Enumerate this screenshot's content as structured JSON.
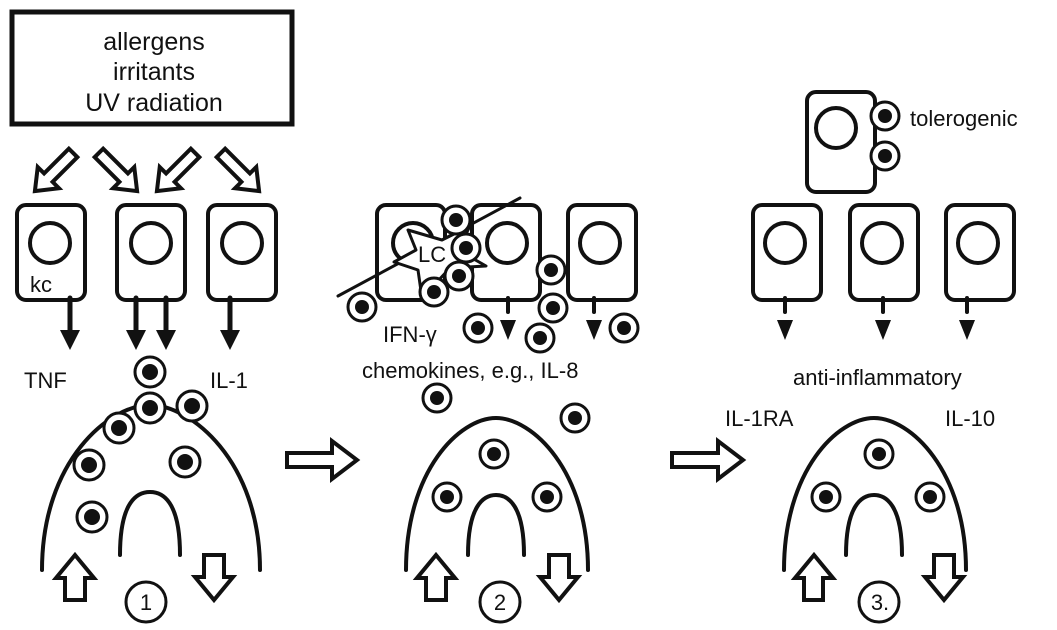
{
  "stimuli_box": {
    "lines": [
      "allergens",
      "irritants",
      "UV radiation"
    ]
  },
  "panel1": {
    "cell_label": "kc",
    "cytokine_left": "TNF",
    "cytokine_right": "IL-1",
    "step_number": "1"
  },
  "panel2": {
    "lc_label": "LC",
    "ifn_label": "IFN-γ",
    "chemokine_label": "chemokines, e.g., IL-8",
    "step_number": "2"
  },
  "panel3": {
    "tolerogenic_label": "tolerogenic",
    "anti_inflammatory_label": "anti-inflammatory",
    "il1ra_label": "IL-1RA",
    "il10_label": "IL-10",
    "step_number": "3."
  },
  "colors": {
    "ink": "#111111",
    "background": "#ffffff"
  }
}
